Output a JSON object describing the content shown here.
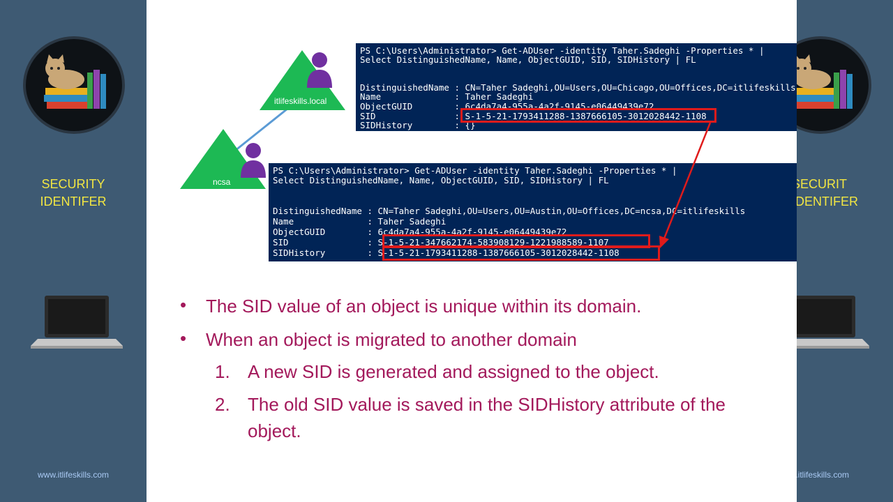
{
  "sidebar": {
    "title_line1": "SECURITY",
    "title_line2": "IDENTIFER",
    "website": "www.itlifeskills.com",
    "logo_icon": "cat-on-books-icon",
    "laptop_icon": "laptop-icon"
  },
  "sidebar_right": {
    "title_line1": "SECURIT",
    "title_line2": "IDENTIFER",
    "website": "www.itlifeskills.com"
  },
  "diagram": {
    "domain_top": "itlifeskills.local",
    "domain_bottom": "ncsa",
    "user_icon": "user-icon",
    "colors": {
      "triangle": "#1db954",
      "user": "#7030a0",
      "link": "#5b9bd5",
      "arrow": "#e01b1b"
    }
  },
  "terminal_top": {
    "lines": [
      "PS C:\\Users\\Administrator> Get-ADUser -identity Taher.Sadeghi -Properties * |",
      "Select DistinguishedName, Name, ObjectGUID, SID, SIDHistory | FL",
      "",
      "",
      "DistinguishedName : CN=Taher Sadeghi,OU=Users,OU=Chicago,OU=Offices,DC=itlifeskills",
      "Name              : Taher Sadeghi",
      "ObjectGUID        : 6c4da7a4-955a-4a2f-9145-e06449439e72",
      "SID               : S-1-5-21-1793411288-1387666105-3012028442-1108",
      "SIDHistory        : {}"
    ]
  },
  "terminal_bottom": {
    "lines": [
      "PS C:\\Users\\Administrator> Get-ADUser -identity Taher.Sadeghi -Properties * |",
      "Select DistinguishedName, Name, ObjectGUID, SID, SIDHistory | FL",
      "",
      "",
      "DistinguishedName : CN=Taher Sadeghi,OU=Users,OU=Austin,OU=Offices,DC=ncsa,DC=itlifeskills",
      "Name              : Taher Sadeghi",
      "ObjectGUID        : 6c4da7a4-955a-4a2f-9145-e06449439e72",
      "SID               : S-1-5-21-347662174-583908129-1221988589-1107",
      "SIDHistory        : S-1-5-21-1793411288-1387666105-3012028442-1108"
    ]
  },
  "bullets": {
    "items": [
      "The SID value of an object is unique within its domain.",
      "When an object is migrated to another domain"
    ],
    "numbered": [
      {
        "num": "1.",
        "text": "A new SID is generated and assigned to the object."
      },
      {
        "num": "2.",
        "text": "The old SID value is saved in the SIDHistory attribute of the",
        "text2": "object."
      }
    ],
    "text_color": "#a3195b"
  }
}
